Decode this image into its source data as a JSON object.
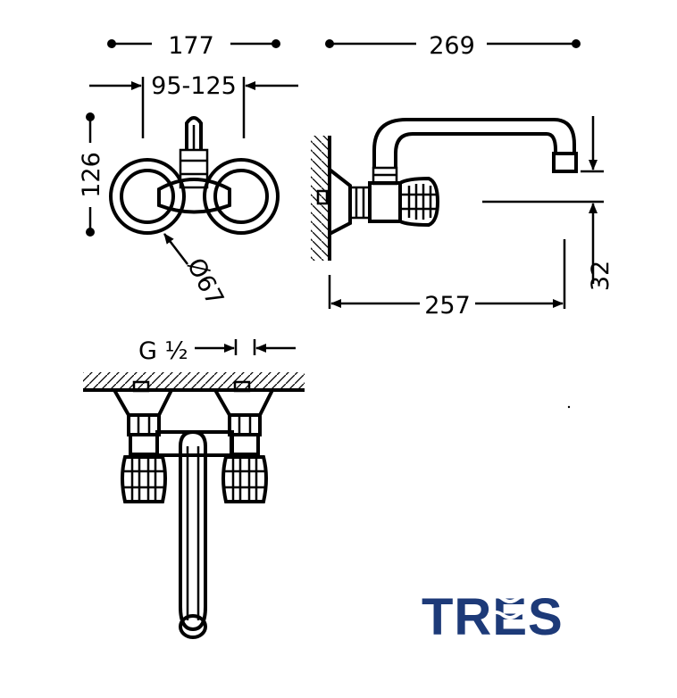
{
  "dimensions": {
    "total_width": "177",
    "wall_spacing": "95-125",
    "height": "126",
    "diameter": "Ø67",
    "projection": "269",
    "spout_reach": "257",
    "spout_height": "32",
    "thread": "G ½"
  },
  "brand": {
    "name": "TRES",
    "color": "#1d3a78"
  }
}
